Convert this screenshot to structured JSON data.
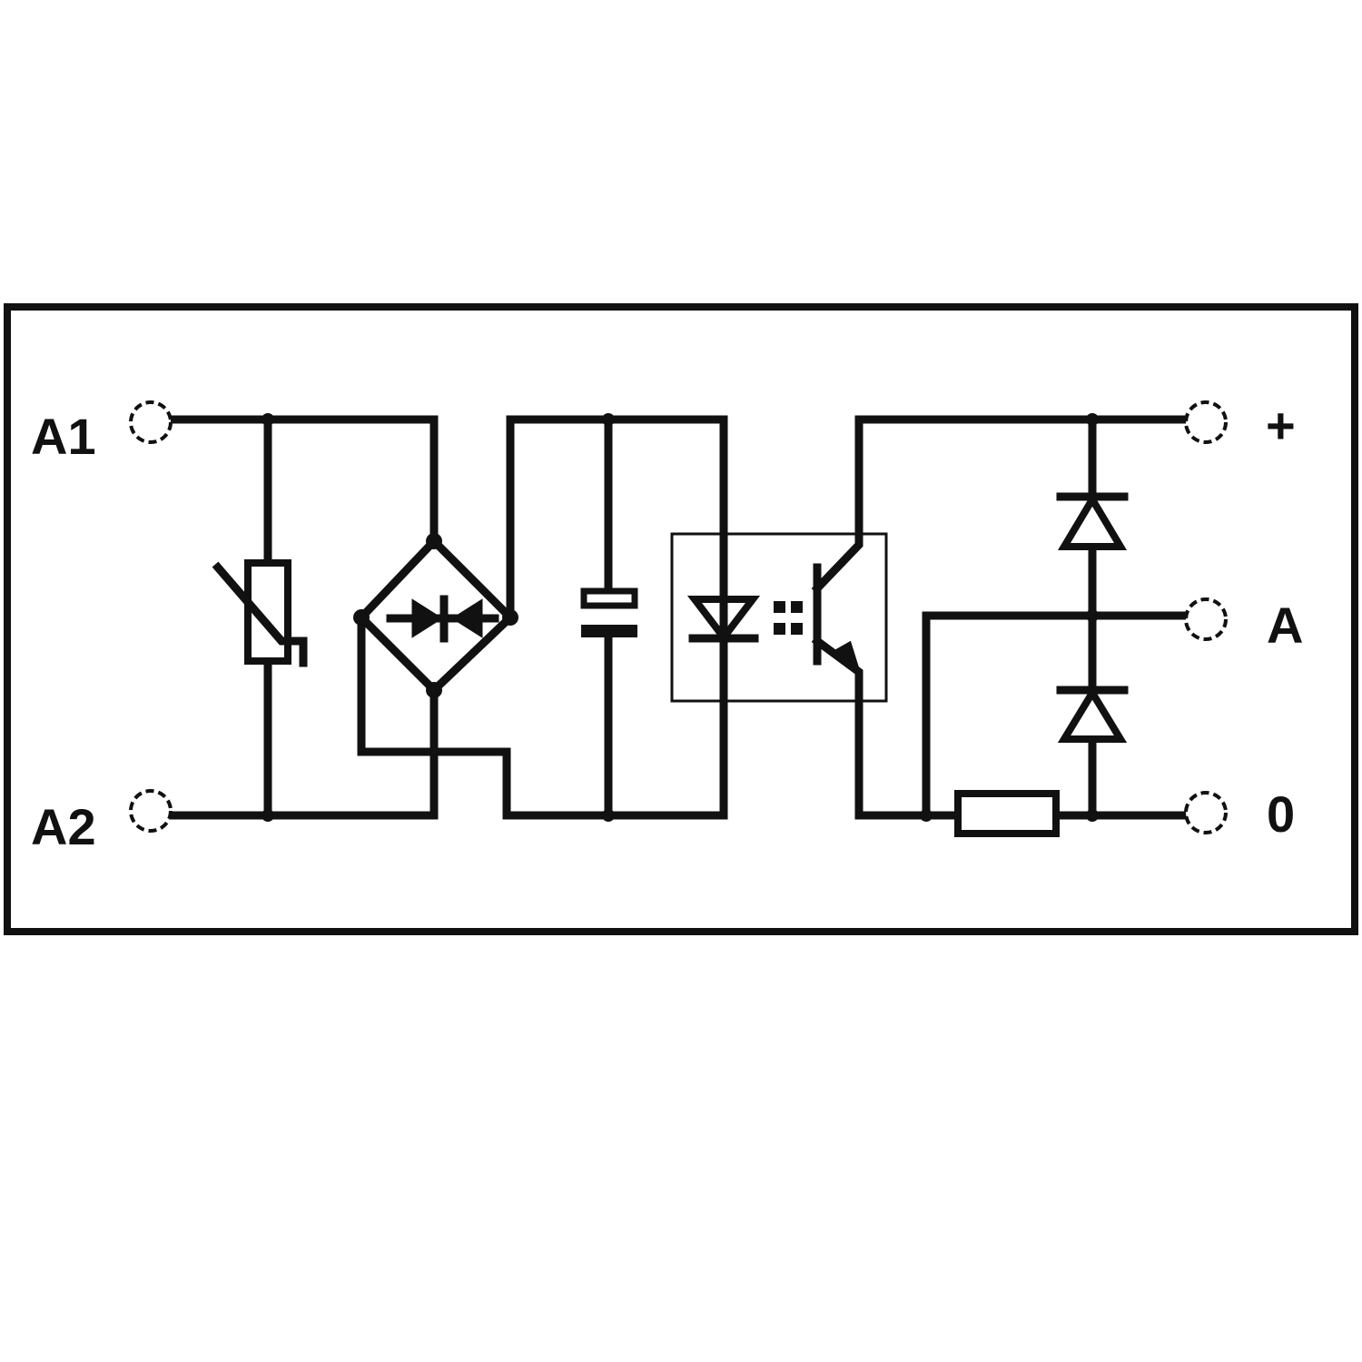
{
  "terminals": {
    "a1": "A1",
    "a2": "A2",
    "plus": "+",
    "a": "A",
    "zero": "0"
  },
  "icons": {
    "varistor": "varistor-icon",
    "bridge_rectifier": "bridge-rectifier-icon",
    "capacitor": "capacitor-icon",
    "optocoupler": "optocoupler-icon",
    "diode": "diode-icon",
    "resistor": "resistor-icon"
  },
  "colors": {
    "line": "#111111",
    "background": "#ffffff"
  }
}
